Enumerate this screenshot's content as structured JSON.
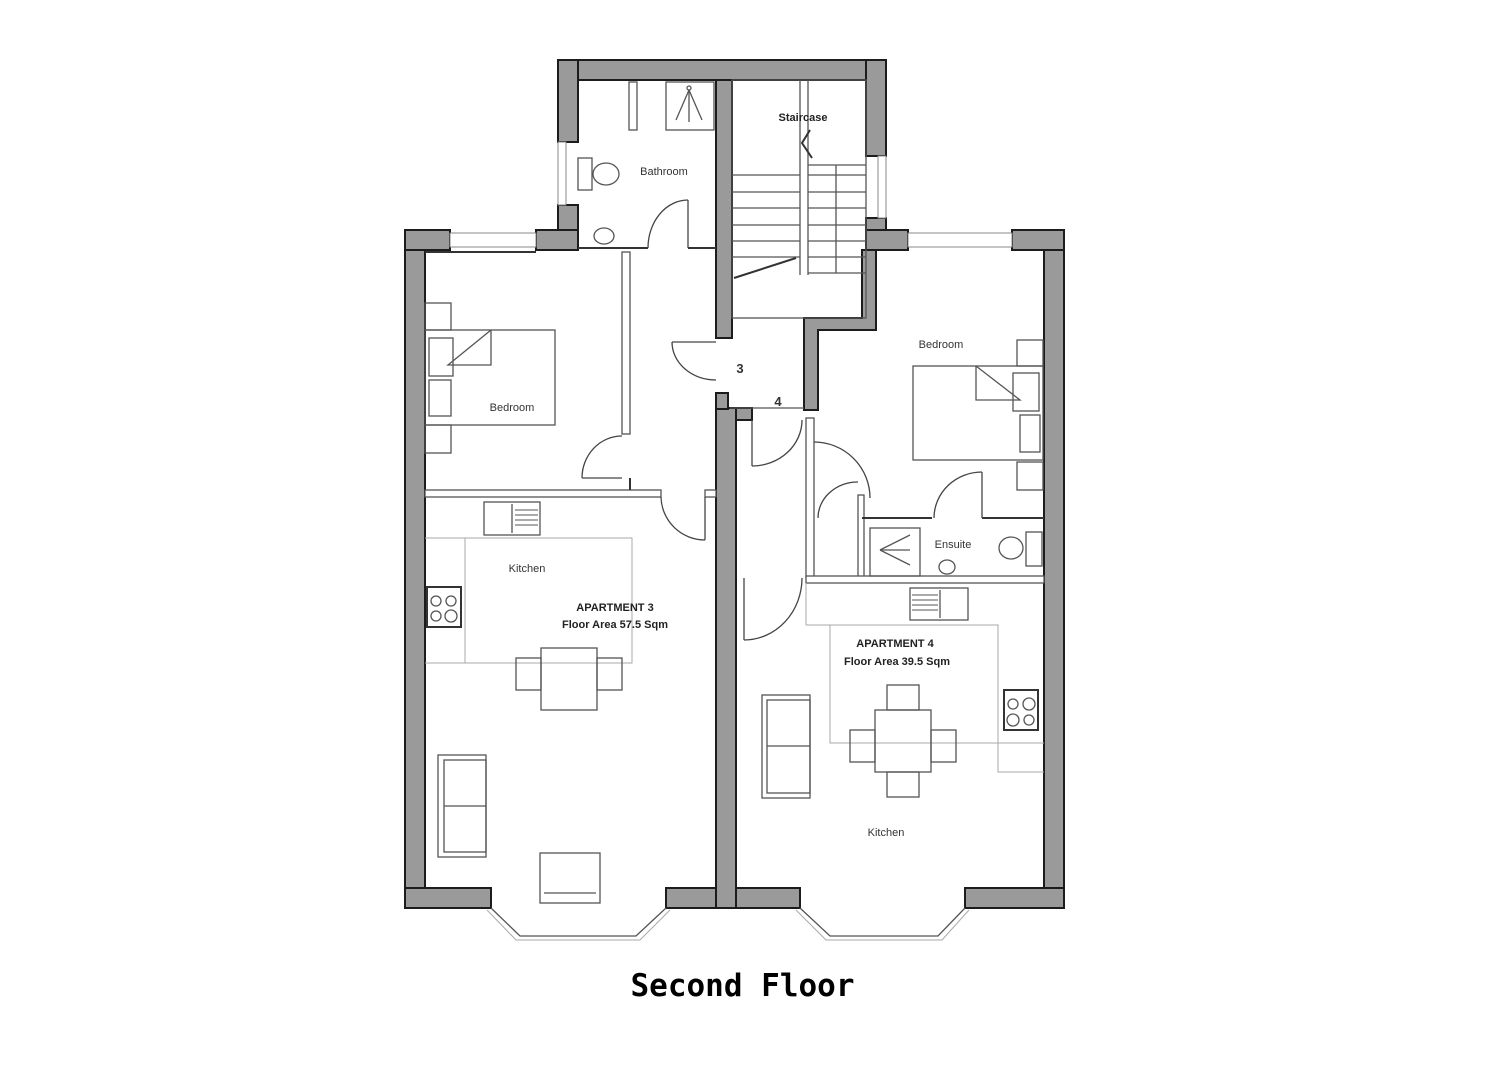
{
  "title": "Second Floor",
  "colors": {
    "wall_fill": "#9a9a9a",
    "wall_outline": "#1c1c1c",
    "line": "#555555",
    "background": "#ffffff"
  },
  "rooms": {
    "bathroom": "Bathroom",
    "staircase": "Staircase",
    "apt3_bedroom": "Bedroom",
    "apt3_kitchen": "Kitchen",
    "apt4_bedroom": "Bedroom",
    "apt4_ensuite": "Ensuite",
    "apt4_kitchen": "Kitchen"
  },
  "apartments": [
    {
      "name": "APARTMENT 3",
      "area_label": "Floor Area 57.5 Sqm",
      "area_sqm": 57.5
    },
    {
      "name": "APARTMENT 4",
      "area_label": "Floor Area 39.5 Sqm",
      "area_sqm": 39.5
    }
  ],
  "door_markers": [
    {
      "label": "3"
    },
    {
      "label": "4"
    }
  ]
}
